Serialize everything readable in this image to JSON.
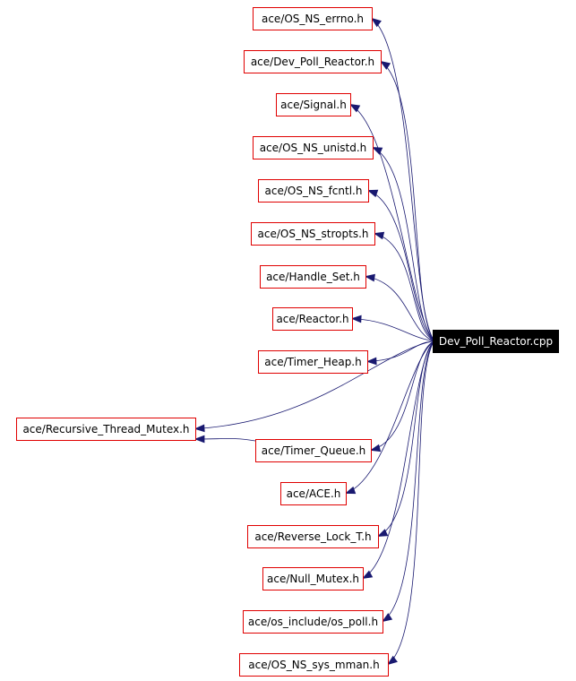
{
  "graph": {
    "root": "Dev_Poll_Reactor.cpp",
    "nodes": [
      "ace/OS_NS_errno.h",
      "ace/Dev_Poll_Reactor.h",
      "ace/Signal.h",
      "ace/OS_NS_unistd.h",
      "ace/OS_NS_fcntl.h",
      "ace/OS_NS_stropts.h",
      "ace/Handle_Set.h",
      "ace/Reactor.h",
      "ace/Timer_Heap.h",
      "ace/Recursive_Thread_Mutex.h",
      "ace/Timer_Queue.h",
      "ace/ACE.h",
      "ace/Reverse_Lock_T.h",
      "ace/Null_Mutex.h",
      "ace/os_include/os_poll.h",
      "ace/OS_NS_sys_mman.h"
    ],
    "edges": [
      [
        "Dev_Poll_Reactor.cpp",
        "ace/OS_NS_errno.h"
      ],
      [
        "Dev_Poll_Reactor.cpp",
        "ace/Dev_Poll_Reactor.h"
      ],
      [
        "Dev_Poll_Reactor.cpp",
        "ace/Signal.h"
      ],
      [
        "Dev_Poll_Reactor.cpp",
        "ace/OS_NS_unistd.h"
      ],
      [
        "Dev_Poll_Reactor.cpp",
        "ace/OS_NS_fcntl.h"
      ],
      [
        "Dev_Poll_Reactor.cpp",
        "ace/OS_NS_stropts.h"
      ],
      [
        "Dev_Poll_Reactor.cpp",
        "ace/Handle_Set.h"
      ],
      [
        "Dev_Poll_Reactor.cpp",
        "ace/Reactor.h"
      ],
      [
        "Dev_Poll_Reactor.cpp",
        "ace/Timer_Heap.h"
      ],
      [
        "Dev_Poll_Reactor.cpp",
        "ace/Recursive_Thread_Mutex.h"
      ],
      [
        "Dev_Poll_Reactor.cpp",
        "ace/Timer_Queue.h"
      ],
      [
        "Dev_Poll_Reactor.cpp",
        "ace/ACE.h"
      ],
      [
        "Dev_Poll_Reactor.cpp",
        "ace/Reverse_Lock_T.h"
      ],
      [
        "Dev_Poll_Reactor.cpp",
        "ace/Null_Mutex.h"
      ],
      [
        "Dev_Poll_Reactor.cpp",
        "ace/os_include/os_poll.h"
      ],
      [
        "Dev_Poll_Reactor.cpp",
        "ace/OS_NS_sys_mman.h"
      ],
      [
        "ace/Timer_Queue.h",
        "ace/Recursive_Thread_Mutex.h"
      ]
    ]
  },
  "colors": {
    "edge": "#191970",
    "node_border": "#e00000",
    "root_fill": "#000000",
    "root_text": "#ffffff"
  }
}
